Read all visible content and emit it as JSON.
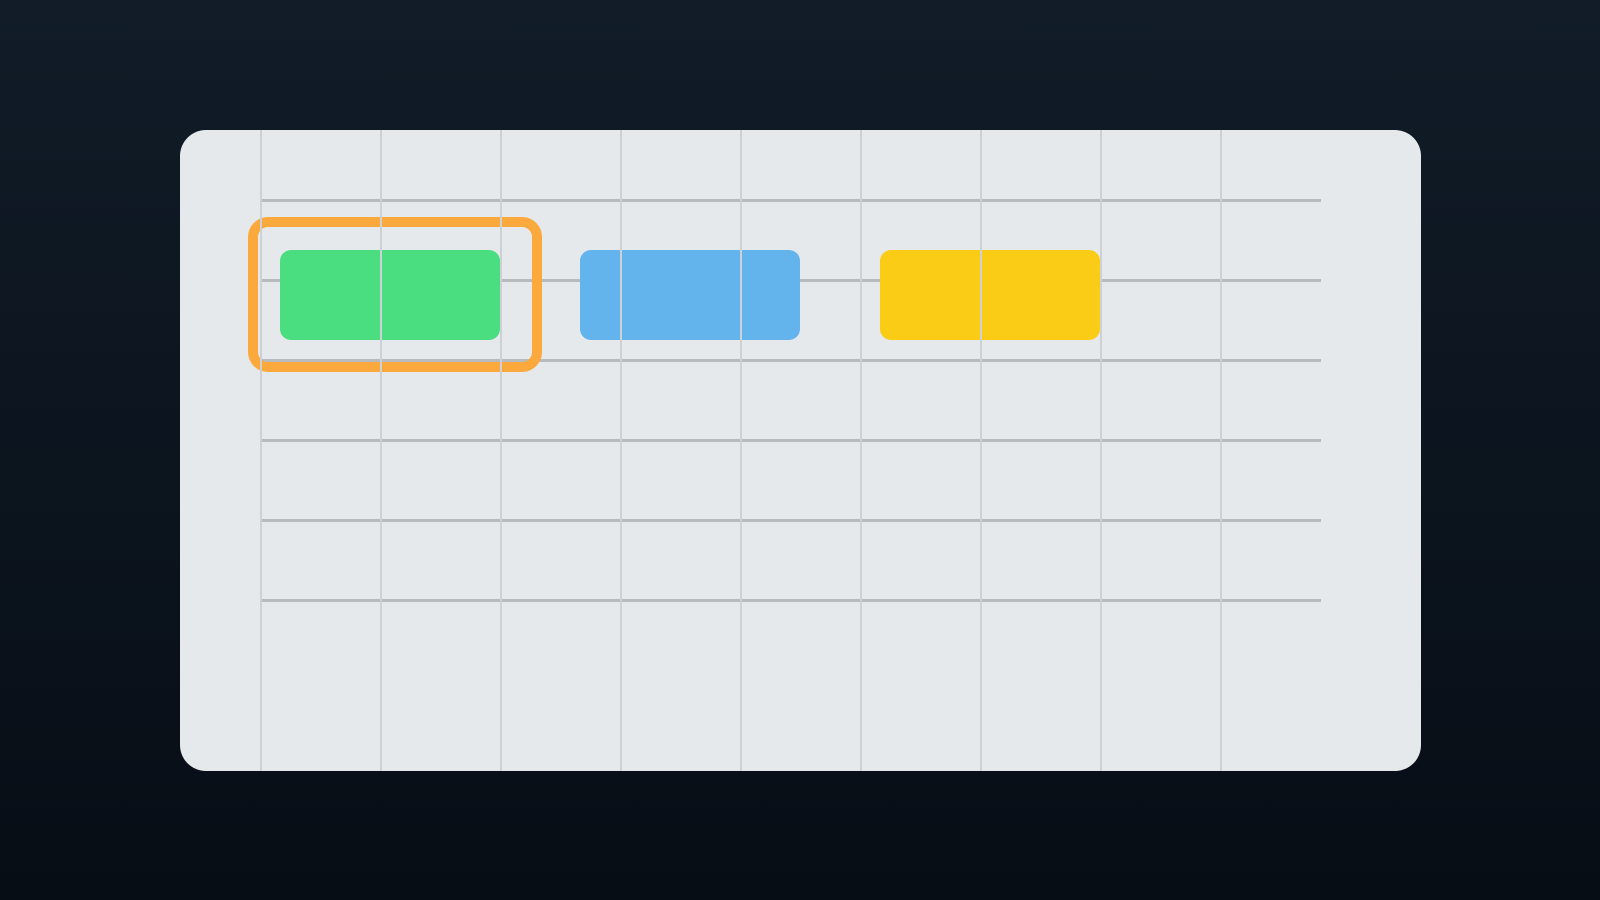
{
  "canvas": {
    "blocks": [
      {
        "name": "green",
        "color": "#4ade80"
      },
      {
        "name": "blue",
        "color": "#63b3ed"
      },
      {
        "name": "yellow",
        "color": "#facc15"
      }
    ],
    "selected_block": "green",
    "selection_color": "#fba93d",
    "grid": {
      "rows": 6,
      "columns": 9
    }
  }
}
